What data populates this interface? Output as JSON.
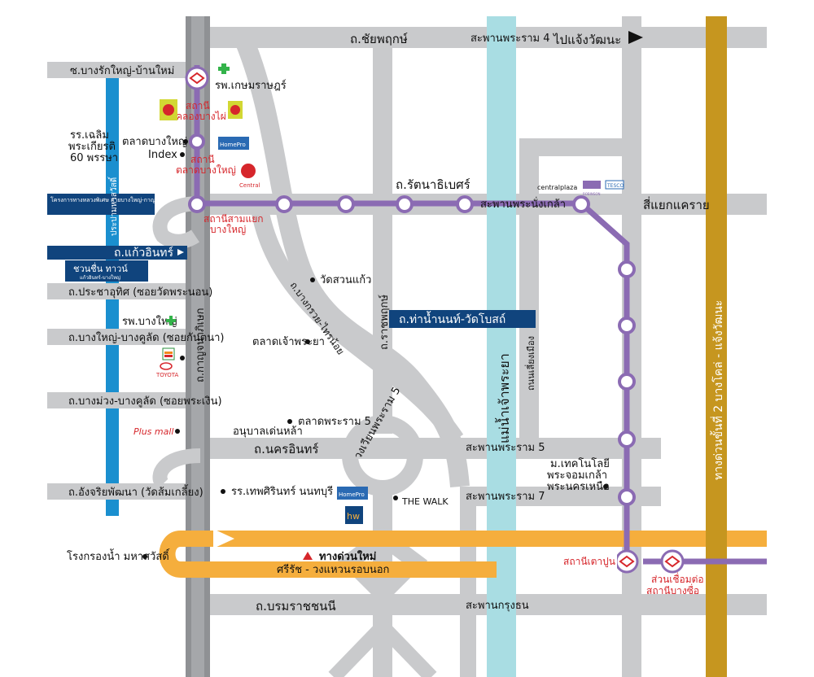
{
  "colors": {
    "road": "#c9cacc",
    "road_dark": "#8f9194",
    "river": "#a9dde3",
    "canal": "#1a8fcf",
    "expressway": "#f5ae3d",
    "expressway2": "#c6961f",
    "purple_line": "#8b6bb3",
    "blue_banner": "#10447d",
    "red_text": "#d6262b",
    "green_cross": "#33b34a"
  },
  "roads": {
    "chaiyaphruek": "ถ.ชัยพฤกษ์",
    "rattanathibet": "ถ.รัตนาธิเบศร์",
    "nakhon_in": "ถ.นครอินทร์",
    "borommaratchachonnani": "ถ.บรมราชชนนี",
    "kanchanaphisek": "ถ.กาญจนาภิเษก",
    "ratchaphruek": "ถ.ราชพฤกษ์",
    "bang_kruai_sai_noi": "ถ.บางกรวย-ไทรน้อย",
    "kaew_in": "ถ.แก้วอินทร์",
    "tha_nam_nonthaburi": "ถ.ท่าน้ำนนท์-วัดโบสถ์",
    "rama5_circle": "วงเวียนพระราม 5",
    "prachanivet": "ถนนเลี่ยงเมือง",
    "soi_bang_rak_yai": "ซ.บางรักใหญ่-บ้านใหม่",
    "prachauthit": "ถ.ประชาอุทิศ (ซอยวัดพระนอน)",
    "bangyai_bangkulad": "ถ.บางใหญ่-บางคูลัด (ซอยกันตนา)",
    "bangmuang_bangkulad": "ถ.บางม่วง-บางคูลัด (ซอยพระเงิน)",
    "aungchariyaphatthana": "ถ.อังจริยพัฒนา (วัดส้มเกลี้ยง)",
    "pracha_mahasawat": "ประปามหาสวัสดิ์",
    "canal_project": "โครงการทางหลวงพิเศษ สายบางใหญ่-กาญจนบุรี"
  },
  "bridges": {
    "rama4": "สะพานพระราม 4",
    "nangklao": "สะพานพระนั่งเกล้า",
    "rama5": "สะพานพระราม 5",
    "rama7": "สะพานพระราม 7",
    "krungthon": "สะพานกรุงธน"
  },
  "directions": {
    "to_chaengwattana": "ไปแจ้งวัฒนะ",
    "expressway2": "ทางด่วนขั้นที่ 2 บางโคล่ - แจ้งวัฒนะ",
    "khae_rai_junction": "สี่แยกแคราย",
    "new_expressway": "ทางด่วนใหม่",
    "new_expressway_sub": "ศรีรัช - วงแหวนรอบนอก"
  },
  "river": "แม่น้ำเจ้าพระยา",
  "stations": {
    "khlong_bang_phai": [
      "สถานี",
      "คลองบางไผ่"
    ],
    "talad_bang_yai": [
      "สถานี",
      "ตลาดบางใหญ่"
    ],
    "sam_yaek_bang_yai": [
      "สถานีสามแยก",
      "บางใหญ่"
    ],
    "tao_poon": "สถานีเตาปูน",
    "bang_sue_link": [
      "ส่วนเชื่อมต่อ",
      "สถานีบางซื่อ"
    ]
  },
  "places": {
    "kasemrad": "รพ.เกษมราษฎร์",
    "chalerm_school": [
      "รร.เฉลิม",
      "พระเกียรติ",
      "60 พรรษา"
    ],
    "talad_bang_yai": "ตลาดบางใหญ่",
    "index": "Index",
    "homepro": "HomePro",
    "central": "Central",
    "wat_suan_kaew": "วัดสวนแก้ว",
    "talad_chao_phraya": "ตลาดเจ้าพระยา",
    "bang_yai_hospital": "รพ.บางใหญ่",
    "toyota": "TOYOTA",
    "talad_rama5": "ตลาดพระราม 5",
    "anuban": "อนุบาลเด่นหล้า",
    "plus_mall": "Plus mall",
    "thepsirin": "รร.เทพศิรินทร์ นนทบุรี",
    "the_walk": "THE WALK",
    "hw": "hw",
    "kmutnb": [
      "ม.เทคโนโลยี",
      "พระจอมเกล้า",
      "พระนครเหนือ"
    ],
    "water_plant": "โรงกรองน้ำ มหาสวัสดิ์",
    "central_plaza": "centralplaza",
    "condo_brand": "ROBINSON",
    "tesco": "TESCO",
    "home_banner_title": "ชวนชื่น ทาวน์",
    "home_banner_sub": "แก้วอินทร์-บางใหญ่"
  }
}
